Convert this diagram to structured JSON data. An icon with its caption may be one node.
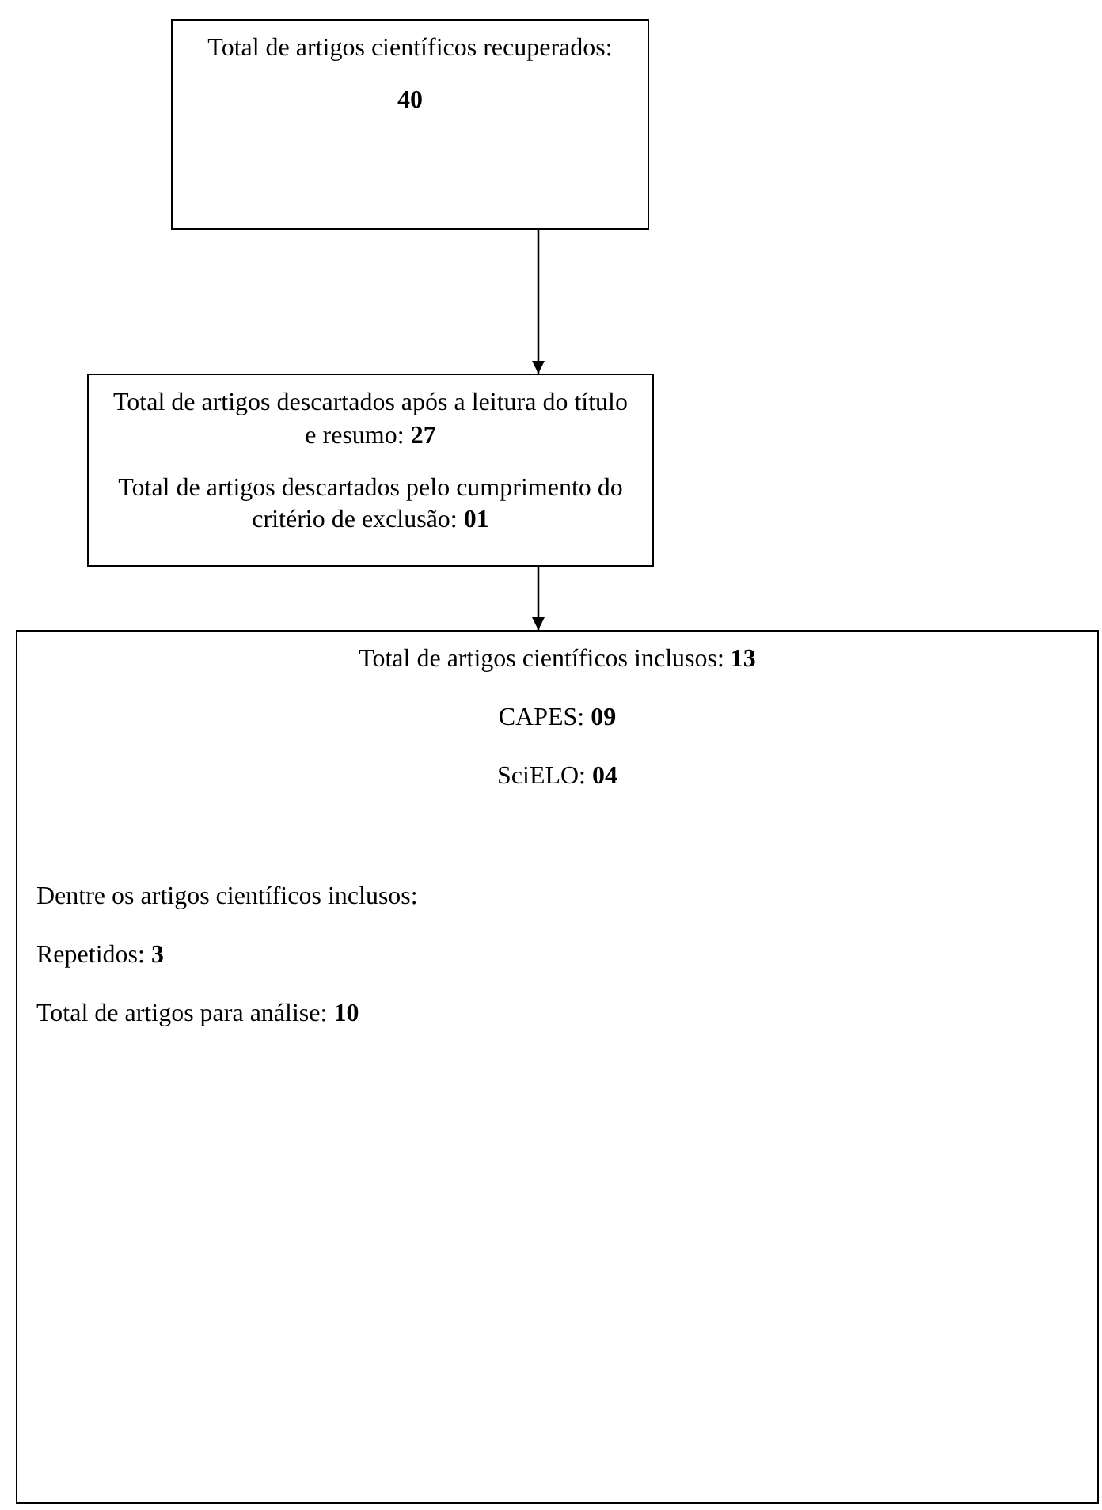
{
  "diagram": {
    "nodes": [
      {
        "text": [
          "Total de artigos científicos recuperados:",
          "40"
        ]
      },
      {
        "text": [
          "Total de artigos descartados após a leitura do título e resumo: **27**",
          "Total de artigos descartados pelo cumprimento do critério de exclusão: **01**"
        ]
      },
      {
        "text": [
          "Total de artigos científicos inclusos: **13**",
          "CAPES: **09**",
          "SciELO: **04**",
          "Dentre os artigos científicos inclusos:",
          "Repetidos: **3**",
          "Total de artigos para análise: **10**"
        ]
      }
    ],
    "edges": [
      {
        "from": 0,
        "to": 1,
        "arrow": "to"
      },
      {
        "from": 1,
        "to": 2,
        "arrow": "to"
      }
    ]
  }
}
